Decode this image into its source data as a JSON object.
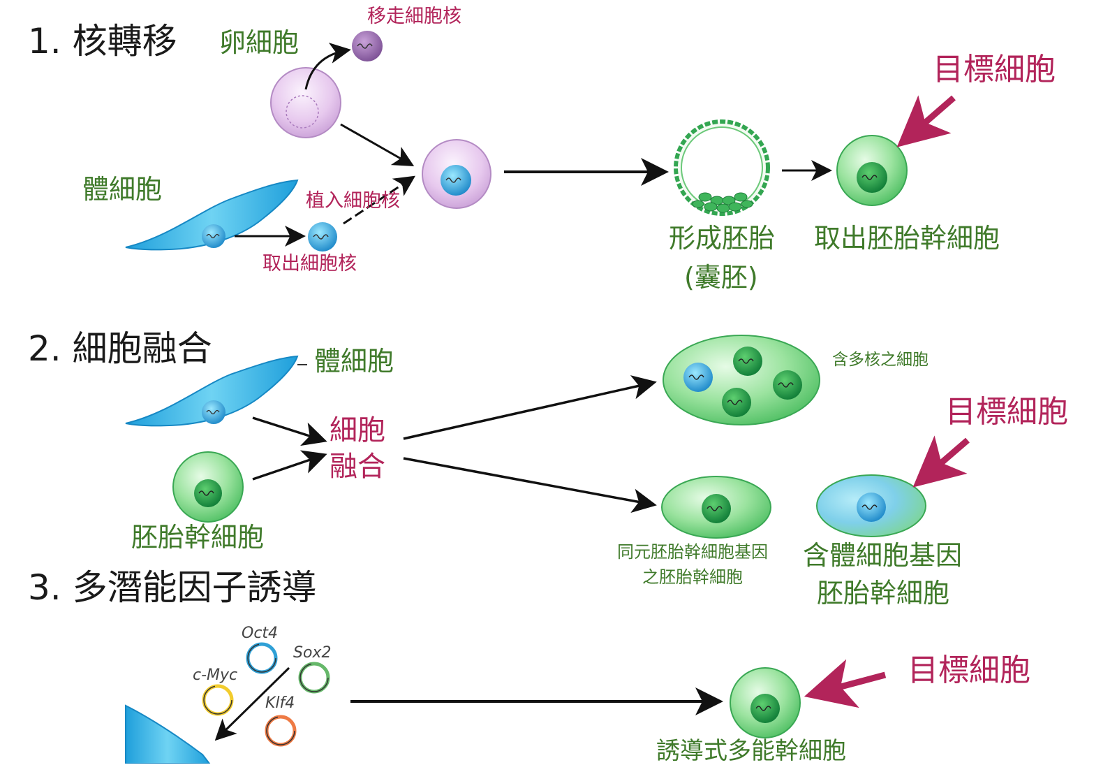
{
  "sections": {
    "s1": "1. 核轉移",
    "s2": "2. 細胞融合",
    "s3": "3. 多潛能因子誘導"
  },
  "nuclear_transfer": {
    "egg_cell": "卵細胞",
    "remove_nucleus": "移走細胞核",
    "somatic_cell": "體細胞",
    "implant_nucleus": "植入細胞核",
    "extract_nucleus": "取出細胞核",
    "form_embryo": "形成胚胎",
    "blastocyst": "(囊胚)",
    "extract_es": "取出胚胎幹細胞",
    "target_cell": "目標細胞"
  },
  "cell_fusion": {
    "somatic_cell": "體細胞",
    "fusion_line1": "細胞",
    "fusion_line2": "融合",
    "es_cell": "胚胎幹細胞",
    "multinucleated": "含多核之細胞",
    "target_cell": "目標細胞",
    "iso_es_line1": "同元胚胎幹細胞基因",
    "iso_es_line2": "之胚胎幹細胞",
    "hybrid_line1": "含體細胞基因",
    "hybrid_line2": "胚胎幹細胞"
  },
  "induction": {
    "genes": [
      "Oct4",
      "Sox2",
      "c-Myc",
      "Klf4"
    ],
    "target_cell": "目標細胞",
    "ips_cell": "誘導式多能幹細胞"
  },
  "colors": {
    "green_text": "#3f7a2a",
    "magenta_text": "#b2245a",
    "arrow": "#111111",
    "target_arrow": "#b2245a",
    "es_cell_fill": "#7fd88a",
    "somatic_fill": "#3fb8e6",
    "egg_fill": "#e6c8ec"
  }
}
